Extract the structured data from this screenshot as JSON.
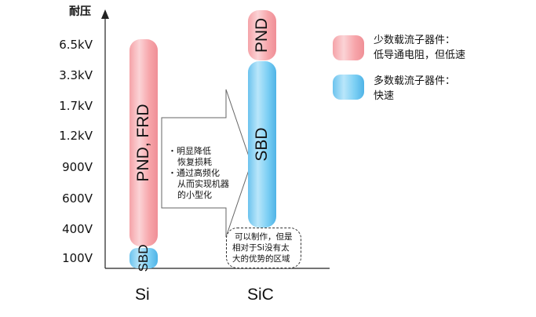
{
  "axis": {
    "y_title": "耐压",
    "ticks": [
      "6.5kV",
      "3.3kV",
      "1.7kV",
      "1.2kV",
      "900V",
      "600V",
      "400V",
      "100V"
    ]
  },
  "bars": {
    "si_frd_label": "PND, FRD",
    "si_sbd_label": "SBD",
    "sic_pnd_label": "PND",
    "sic_sbd_label": "SBD"
  },
  "x_labels": [
    "Si",
    "SiC"
  ],
  "arrow_note": [
    "・明显降低",
    "恢复损耗",
    "・通过高频化",
    "从而实现机器",
    "的小型化"
  ],
  "sic_note": [
    "可以制作，但是",
    "相对于Si没有太",
    "大的优势的区域"
  ],
  "legend": [
    {
      "color": "#f5a3a8",
      "lines": [
        "少数载流子器件：",
        "低导通电阻，但低速"
      ]
    },
    {
      "color": "#6cc3ee",
      "lines": [
        "多数载流子器件：",
        "快速"
      ]
    }
  ],
  "colors": {
    "minority_carrier": "#f5a3a8",
    "majority_carrier": "#6cc3ee"
  }
}
